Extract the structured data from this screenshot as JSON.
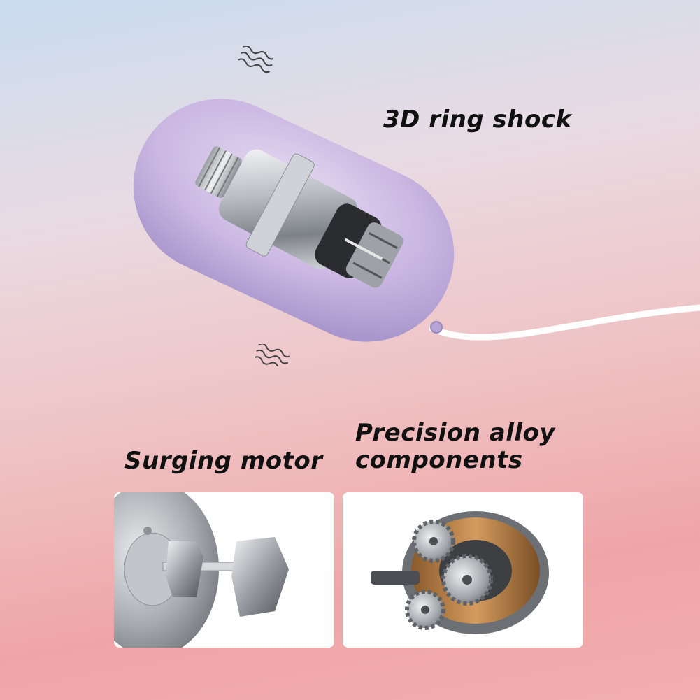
{
  "captions": {
    "ring_shock": "3D ring shock",
    "surging_motor": "Surging motor",
    "precision_alloy": [
      "Precision alloy",
      "components"
    ]
  },
  "colors": {
    "device_shell": "#c9b3df",
    "motor_metal": "#b9bcc1",
    "cable": "#ffffff",
    "copper_winding": "#c98b4e"
  },
  "icons": [
    "vibration-wave-icon",
    "vibration-wave-icon"
  ]
}
